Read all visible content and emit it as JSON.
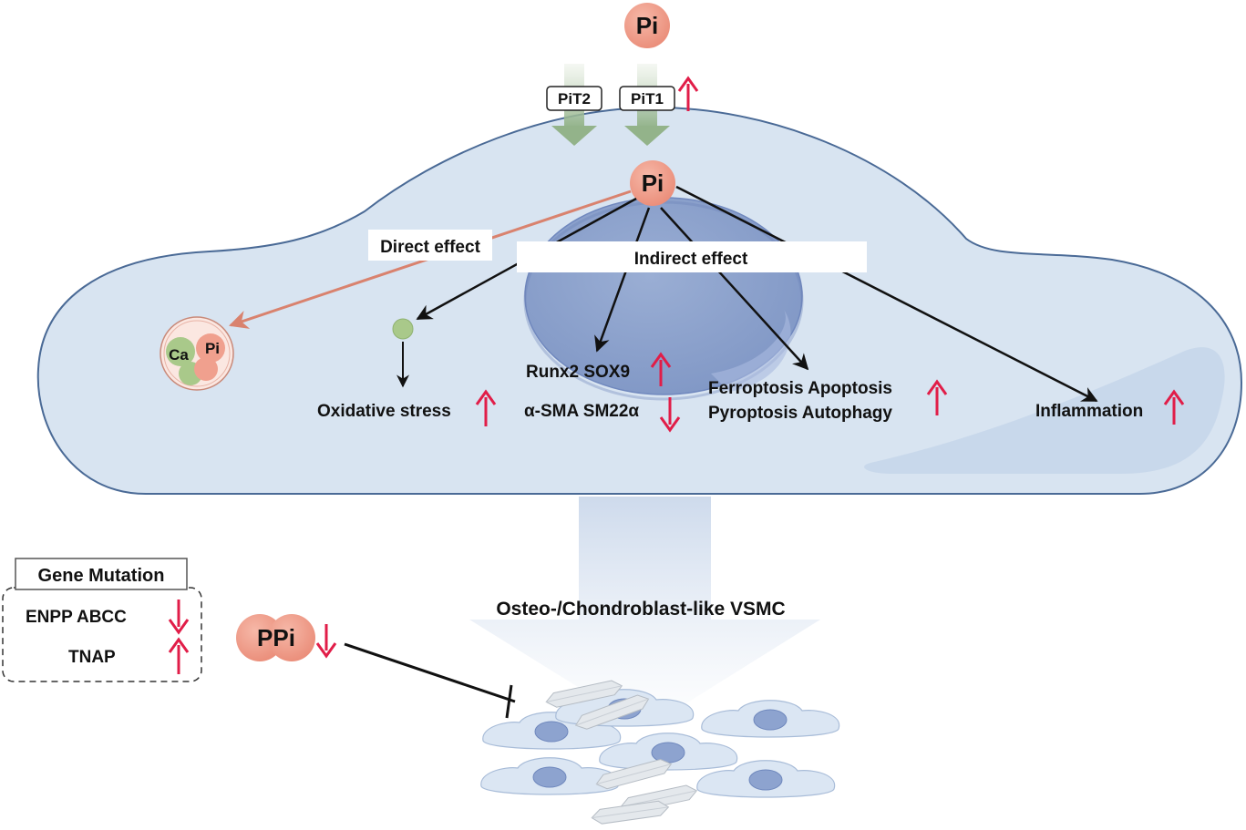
{
  "labels": {
    "pi_outside": "Pi",
    "pi_inside": "Pi",
    "pit2": "PiT2",
    "pit1": "PiT1",
    "direct_effect": "Direct effect",
    "indirect_effect": "Indirect effect",
    "ca": "Ca",
    "pi_crystal": "Pi",
    "oxidative_stress": "Oxidative stress",
    "runx2_sox9": "Runx2 SOX9",
    "asma_sm22a": "α-SMA SM22α",
    "ferroptosis_apoptosis": "Ferroptosis Apoptosis",
    "pyroptosis_autophagy": "Pyroptosis Autophagy",
    "inflammation": "Inflammation",
    "gene_mutation": "Gene Mutation",
    "enpp_abcc": "ENPP ABCC",
    "tnap": "TNAP",
    "ppi": "PPi",
    "osteo_label": "Osteo-/Chondroblast-like VSMC"
  },
  "regulation": {
    "pit1": "up",
    "oxidative_stress": "up",
    "runx2_sox9": "up",
    "asma_sm22a": "down",
    "cell_death": "up",
    "inflammation": "up",
    "enpp_abcc": "down",
    "tnap": "up",
    "ppi": "down"
  },
  "colors": {
    "cell_fill": "#d8e4f1",
    "cell_stroke": "#4a6a96",
    "nucleus_fill": "#8fa3cc",
    "pi_fill": "#f0a08e",
    "up_arrow": "#e11d48",
    "down_arrow": "#e11d48",
    "direct_arrow": "#d9826e",
    "transport_arrow": "#9fb995",
    "vesicle_green": "#a9c98a"
  }
}
